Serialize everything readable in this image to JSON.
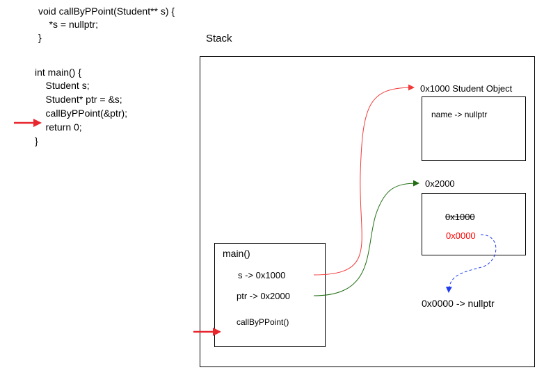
{
  "code": {
    "func_lines": [
      "void callByPPoint(Student** s) {",
      "    *s = nullptr;",
      "}"
    ],
    "main_lines": [
      "int main() {",
      "    Student s;",
      "    Student* ptr = &s;",
      "    callByPPoint(&ptr);",
      "    return 0;",
      "}"
    ]
  },
  "stack": {
    "title": "Stack",
    "main_frame": {
      "title": "main()",
      "s_entry": "s -> 0x1000",
      "ptr_entry": "ptr -> 0x2000",
      "call_entry": "callByPPoint()"
    },
    "student_object": {
      "label": "0x1000 Student Object",
      "field": "name -> nullptr"
    },
    "pointer_cell": {
      "label": "0x2000",
      "old_value": "0x1000",
      "new_value": "0x0000"
    },
    "null_target": "0x0000 -> nullptr"
  },
  "colors": {
    "marker_arrow": "#e8262d",
    "arrow_s": "#f23a3a",
    "arrow_ptr": "#1f6d10",
    "arrow_null": "#1f3cf0",
    "new_value_text": "#ff0000"
  }
}
